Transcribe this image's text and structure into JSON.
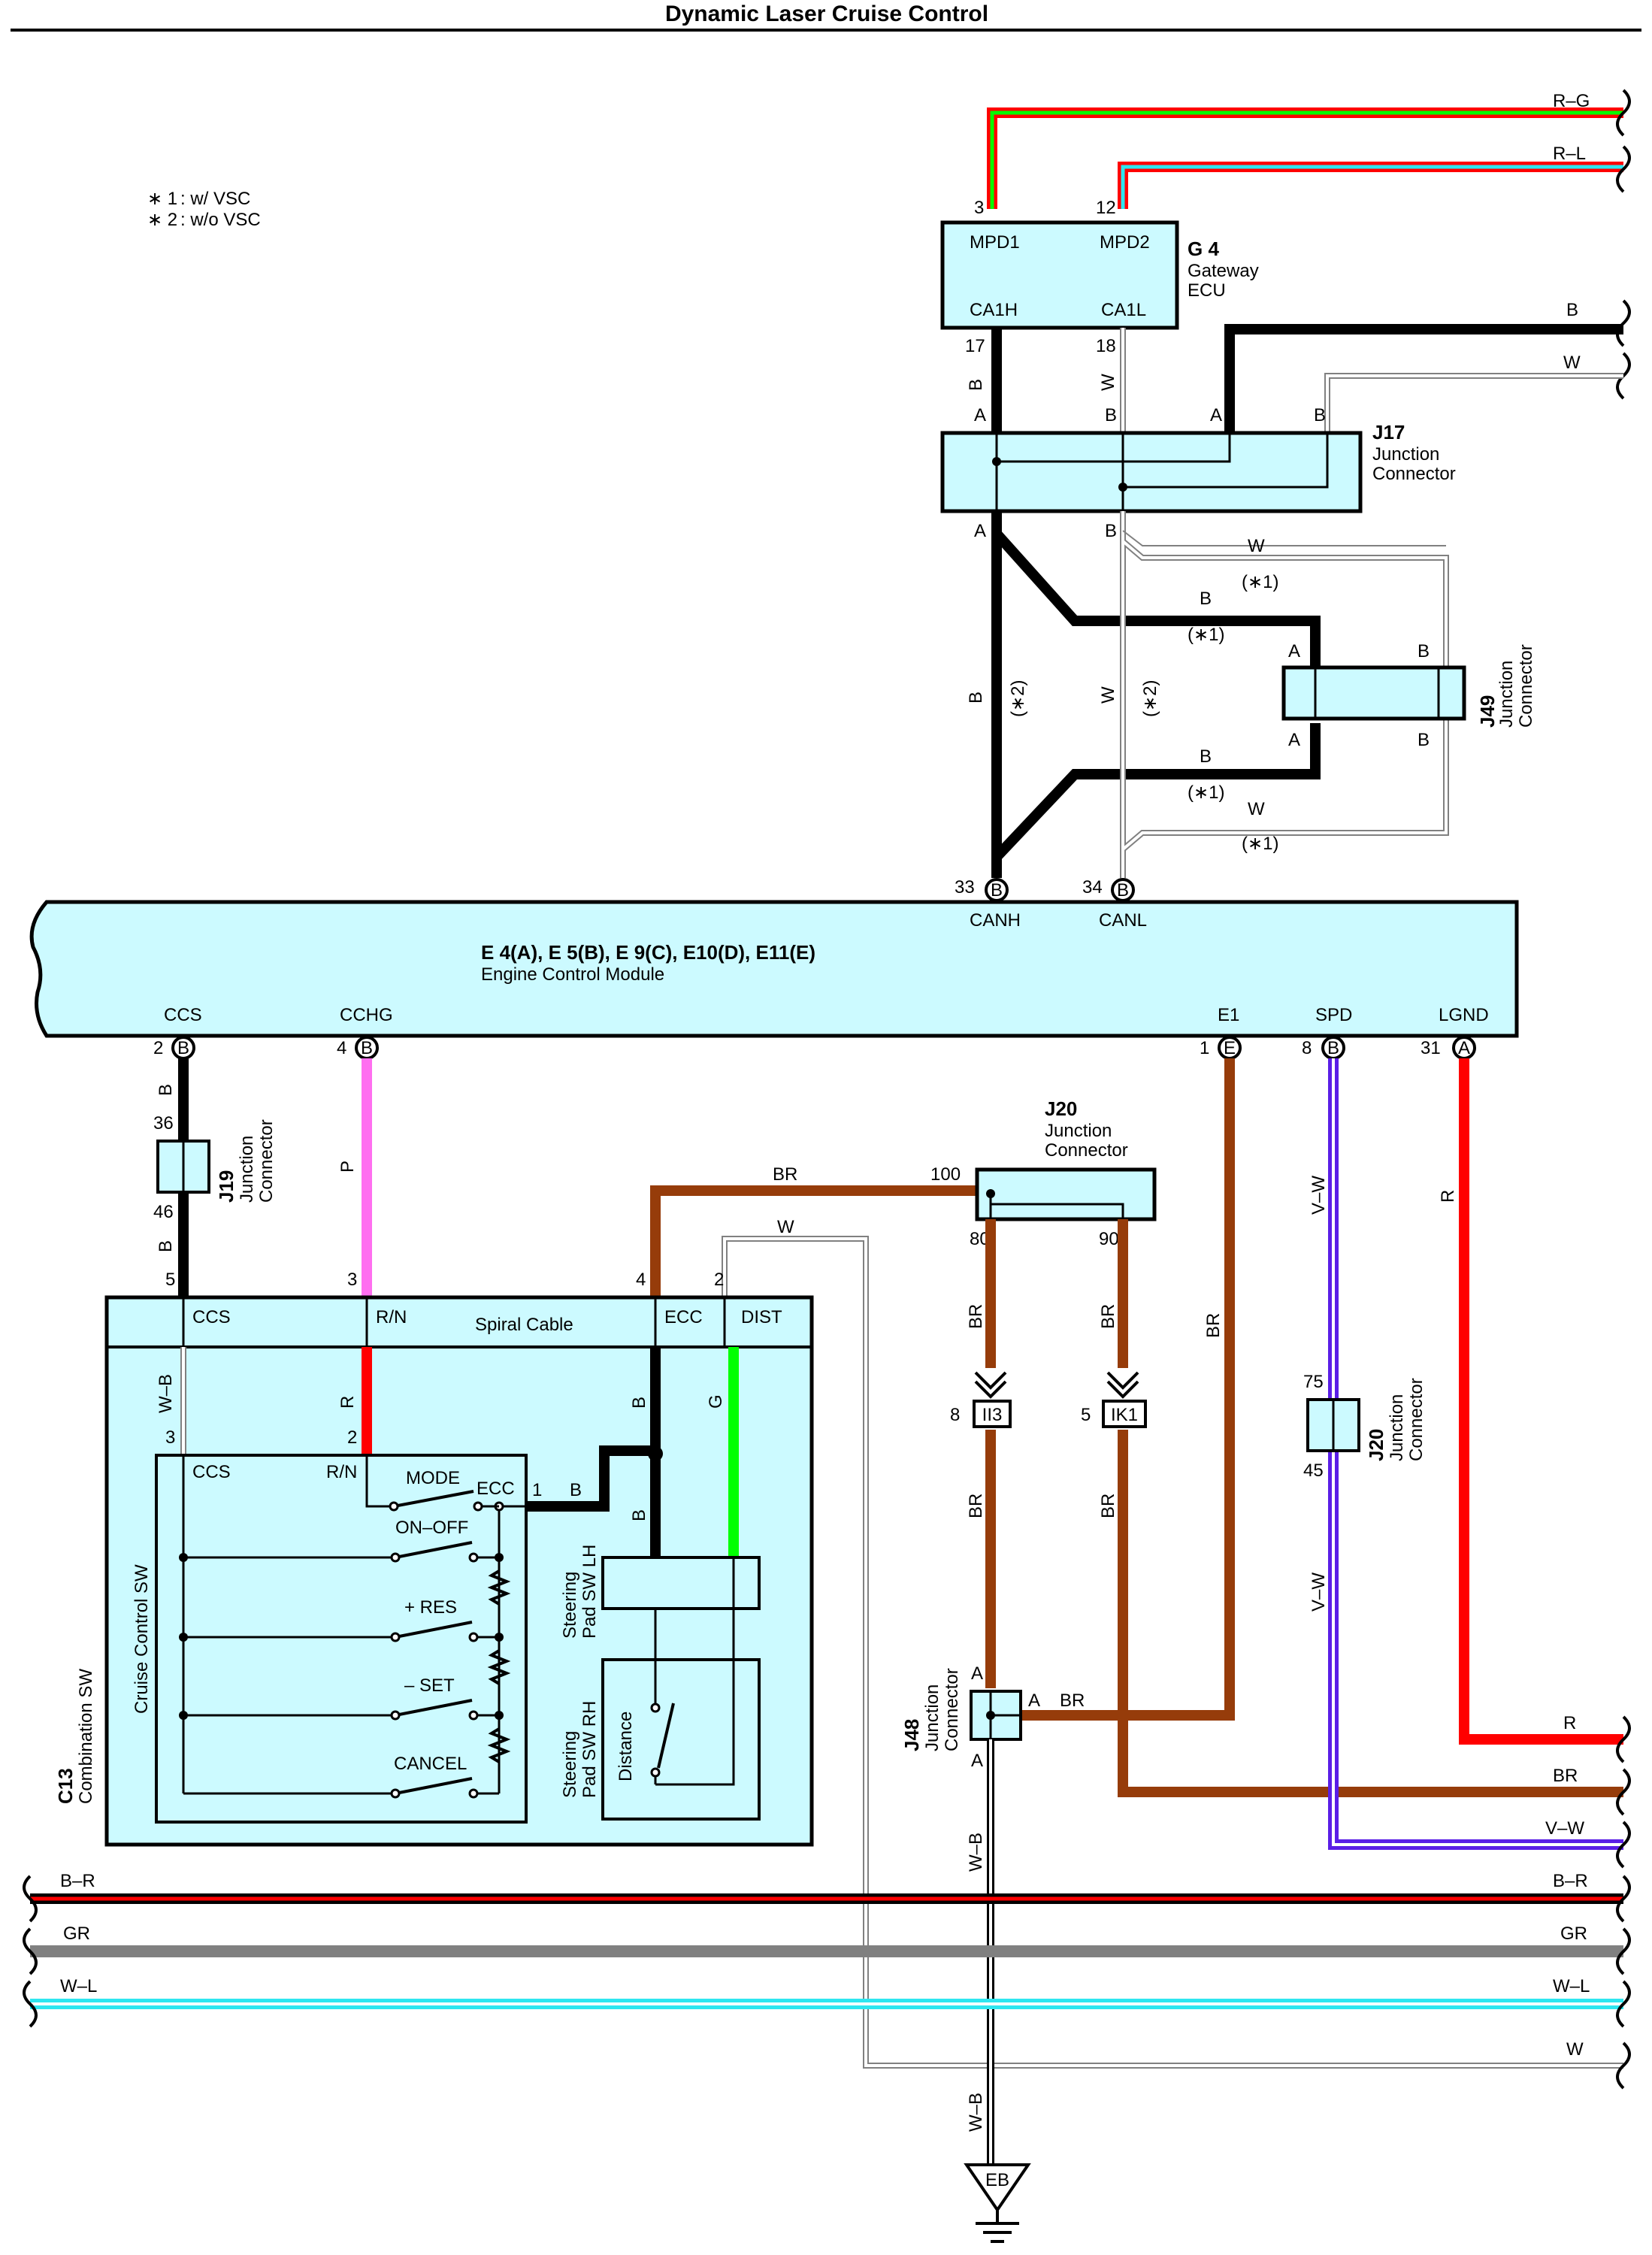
{
  "title": "Dynamic Laser Cruise Control",
  "legend": [
    {
      "mark": "∗ 1",
      "text": ": w/ VSC"
    },
    {
      "mark": "∗ 2",
      "text": ": w/o VSC"
    }
  ],
  "colors": {
    "fill": "#ccfaff",
    "black": "#000000",
    "red": "#ff0000",
    "green": "#00ff00",
    "pink": "#ff6ef0",
    "brown": "#963c0a",
    "violet": "#5a1ee6",
    "light_blue": "#2ee6f0",
    "gray": "#808080"
  },
  "gateway": {
    "code": "G 4",
    "name_line1": "Gateway",
    "name_line2": "ECU",
    "pins": {
      "mpd1": "MPD1",
      "mpd2": "MPD2",
      "ca1h": "CA1H",
      "ca1l": "CA1L"
    },
    "pin_nums": {
      "mpd1": "3",
      "mpd2": "12",
      "ca1h": "17",
      "ca1l": "18"
    }
  },
  "j17": {
    "code": "J17",
    "line1": "Junction",
    "line2": "Connector"
  },
  "j49": {
    "code": "J49",
    "line1": "Junction",
    "line2": "Connector"
  },
  "j19": {
    "code": "J19",
    "line1": "Junction",
    "line2": "Connector",
    "pin_top": "36",
    "pin_bottom": "46"
  },
  "j20_top": {
    "code": "J20",
    "line1": "Junction",
    "line2": "Connector",
    "pin_in": "100",
    "pin_out1": "80",
    "pin_out2": "90"
  },
  "j20_right": {
    "code": "J20",
    "line1": "Junction",
    "line2": "Connector",
    "pin_top": "75",
    "pin_bottom": "45"
  },
  "j48": {
    "code": "J48",
    "line1": "Junction",
    "line2": "Connector"
  },
  "ecm": {
    "codes": "E 4(A), E 5(B), E 9(C), E10(D), E11(E)",
    "name": "Engine Control Module",
    "top_pins": [
      {
        "num": "33",
        "conn": "B",
        "name": "CANH"
      },
      {
        "num": "34",
        "conn": "B",
        "name": "CANL"
      }
    ],
    "bottom_pins": [
      {
        "num": "2",
        "conn": "B",
        "name": "CCS"
      },
      {
        "num": "4",
        "conn": "B",
        "name": "CCHG"
      },
      {
        "num": "1",
        "conn": "E",
        "name": "E1"
      },
      {
        "num": "8",
        "conn": "B",
        "name": "SPD"
      },
      {
        "num": "31",
        "conn": "A",
        "name": "LGND"
      }
    ]
  },
  "combination_sw": {
    "code": "C13",
    "name": "Combination SW",
    "spiral_cable": "Spiral Cable",
    "top_pins": [
      "CCS",
      "R/N",
      "ECC",
      "DIST"
    ],
    "top_nums": [
      "5",
      "3",
      "4",
      "2"
    ],
    "inner_nums": [
      "3",
      "2"
    ],
    "cruise_sw": "Cruise Control SW",
    "cruise_pins": [
      "CCS",
      "R/N",
      "ECC"
    ],
    "ecc_num": "1",
    "switches": [
      "MODE",
      "ON–OFF",
      "+ RES",
      "– SET",
      "CANCEL"
    ],
    "steering_lh_line1": "Steering",
    "steering_lh_line2": "Pad SW LH",
    "steering_rh_line1": "Steering",
    "steering_rh_line2": "Pad SW RH",
    "distance": "Distance"
  },
  "connectors": {
    "ii3": {
      "num": "8",
      "label": "II3"
    },
    "ik1": {
      "num": "5",
      "label": "IK1"
    }
  },
  "ground": "EB",
  "wires": {
    "rg": "R–G",
    "rl": "R–L",
    "b": "B",
    "w": "W",
    "p": "P",
    "r": "R",
    "br": "BR",
    "vw": "V–W",
    "wb": "W–B",
    "g": "G",
    "br2": "B–R",
    "gr": "GR",
    "wl": "W–L",
    "star1": "(∗1)",
    "star2": "(∗2)",
    "pin_a": "A",
    "pin_b": "B"
  }
}
